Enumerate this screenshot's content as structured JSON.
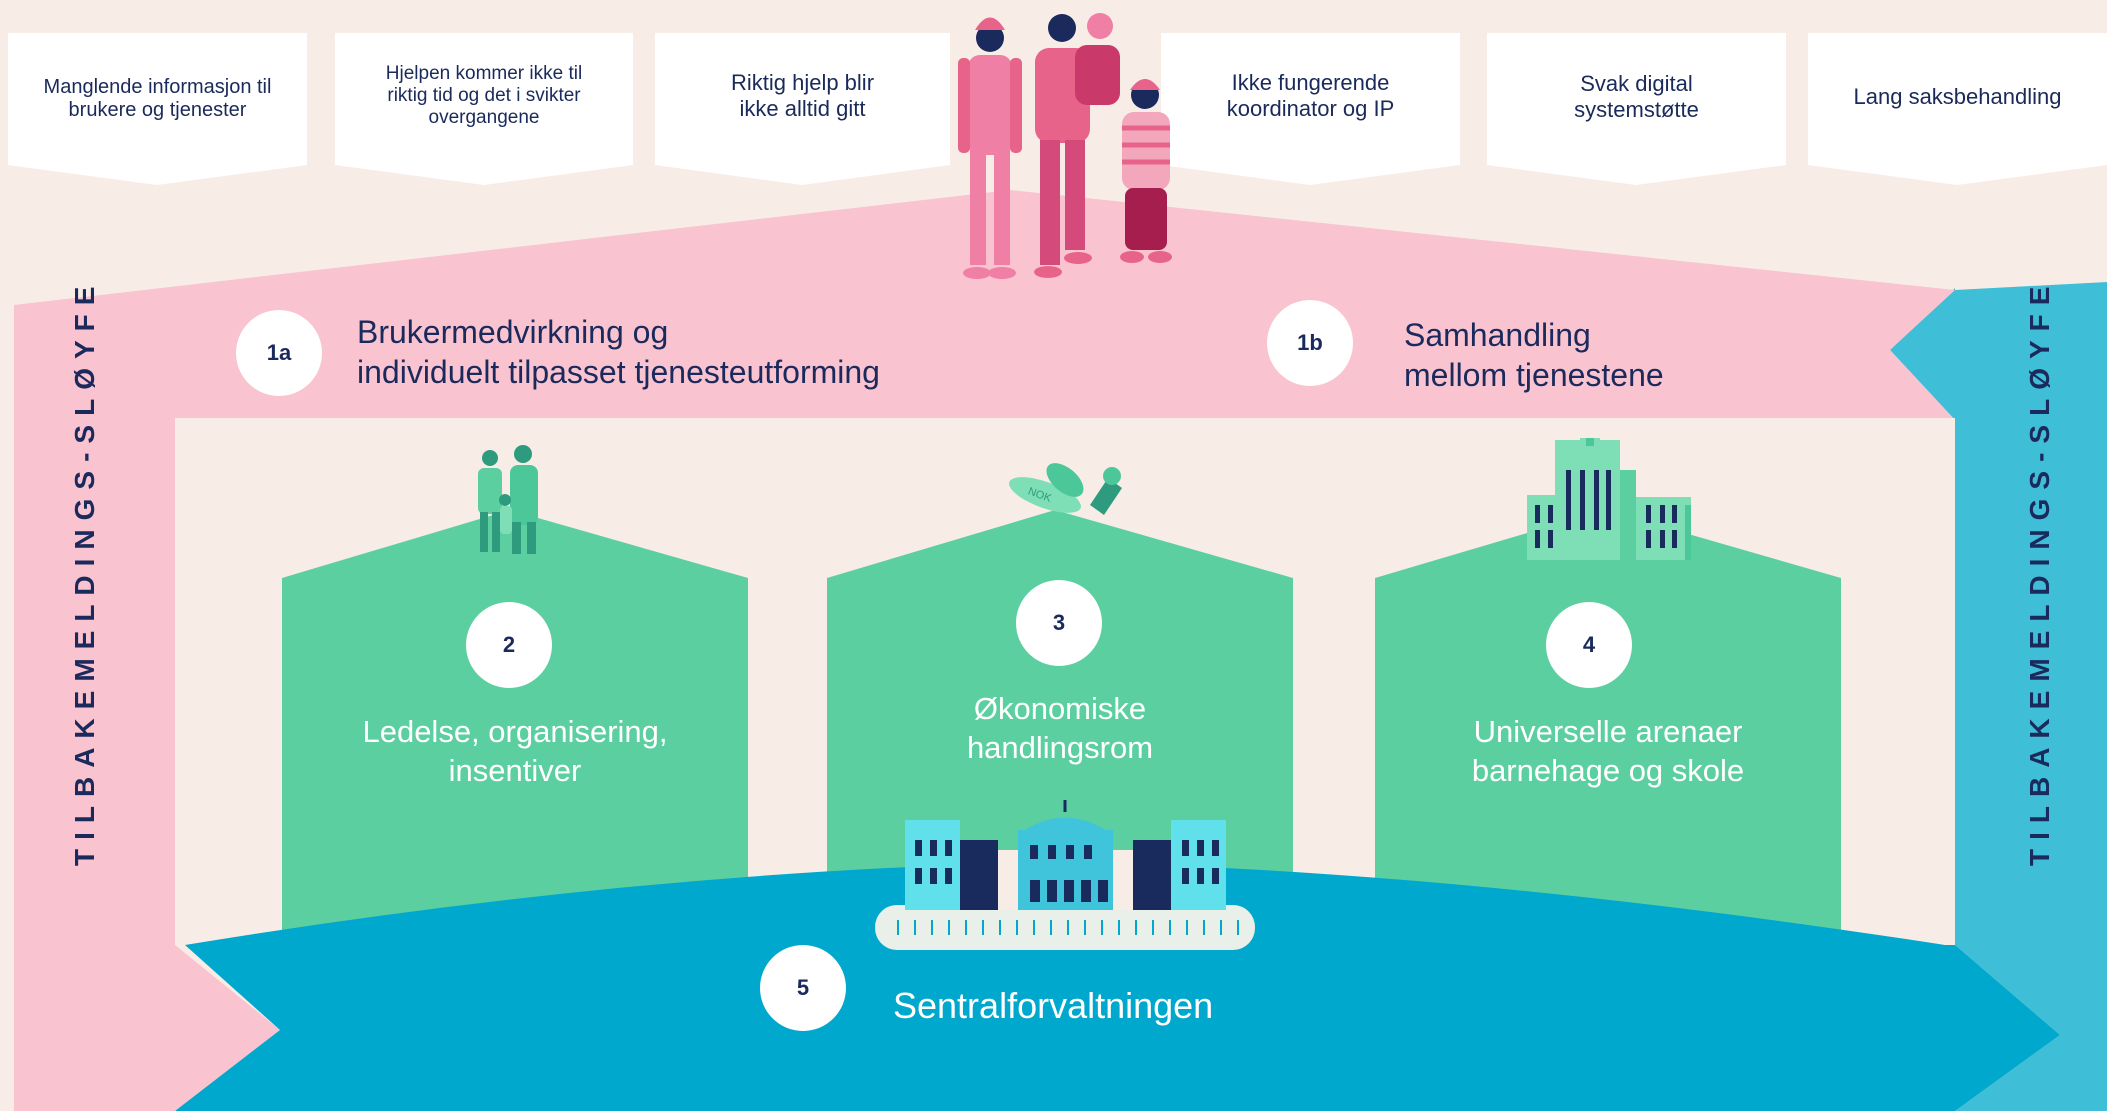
{
  "problems": [
    {
      "lines": [
        "Manglende informasjon til",
        "brukere og tjenester"
      ]
    },
    {
      "lines": [
        "Hjelpen kommer ikke til",
        "riktig tid og det i svikter",
        "overgangene"
      ]
    },
    {
      "lines": [
        "Riktig hjelp blir",
        "ikke alltid gitt"
      ]
    },
    {
      "lines": [
        "Ikke fungerende",
        "koordinator og IP"
      ]
    },
    {
      "lines": [
        "Svak digital",
        "systemstøtte"
      ]
    },
    {
      "lines": [
        "Lang saksbehandling"
      ]
    }
  ],
  "feedback_loop": {
    "left": "TILBAKEMELDINGS-SLØYFE",
    "right": "TILBAKEMELDINGS-SLØYFE"
  },
  "top_band": {
    "item_1a": {
      "badge": "1a",
      "lines": [
        "Brukermedvirkning og",
        "individuelt tilpasset tjenesteutforming"
      ]
    },
    "item_1b": {
      "badge": "1b",
      "lines": [
        "Samhandling",
        "mellom tjenestene"
      ]
    }
  },
  "pillars": [
    {
      "badge": "2",
      "lines": [
        "Ledelse, organisering,",
        "insentiver"
      ],
      "icon": "family-icon"
    },
    {
      "badge": "3",
      "lines": [
        "Økonomiske",
        "handlingsrom"
      ],
      "icon": "money-icon"
    },
    {
      "badge": "4",
      "lines": [
        "Universelle arenaer",
        "barnehage og skole"
      ],
      "icon": "school-building-icon"
    }
  ],
  "bottom_band": {
    "badge": "5",
    "label": "Sentralforvaltningen",
    "icon": "parliament-icon"
  },
  "colors": {
    "background": "#f8ece6",
    "pink_band": "#f9c3d0",
    "green": "#5ccfa1",
    "blue": "#00a8cd",
    "teal_right": "#3fbfd7",
    "text_dark": "#1b2a5c",
    "pink_people": "#e8638a"
  }
}
